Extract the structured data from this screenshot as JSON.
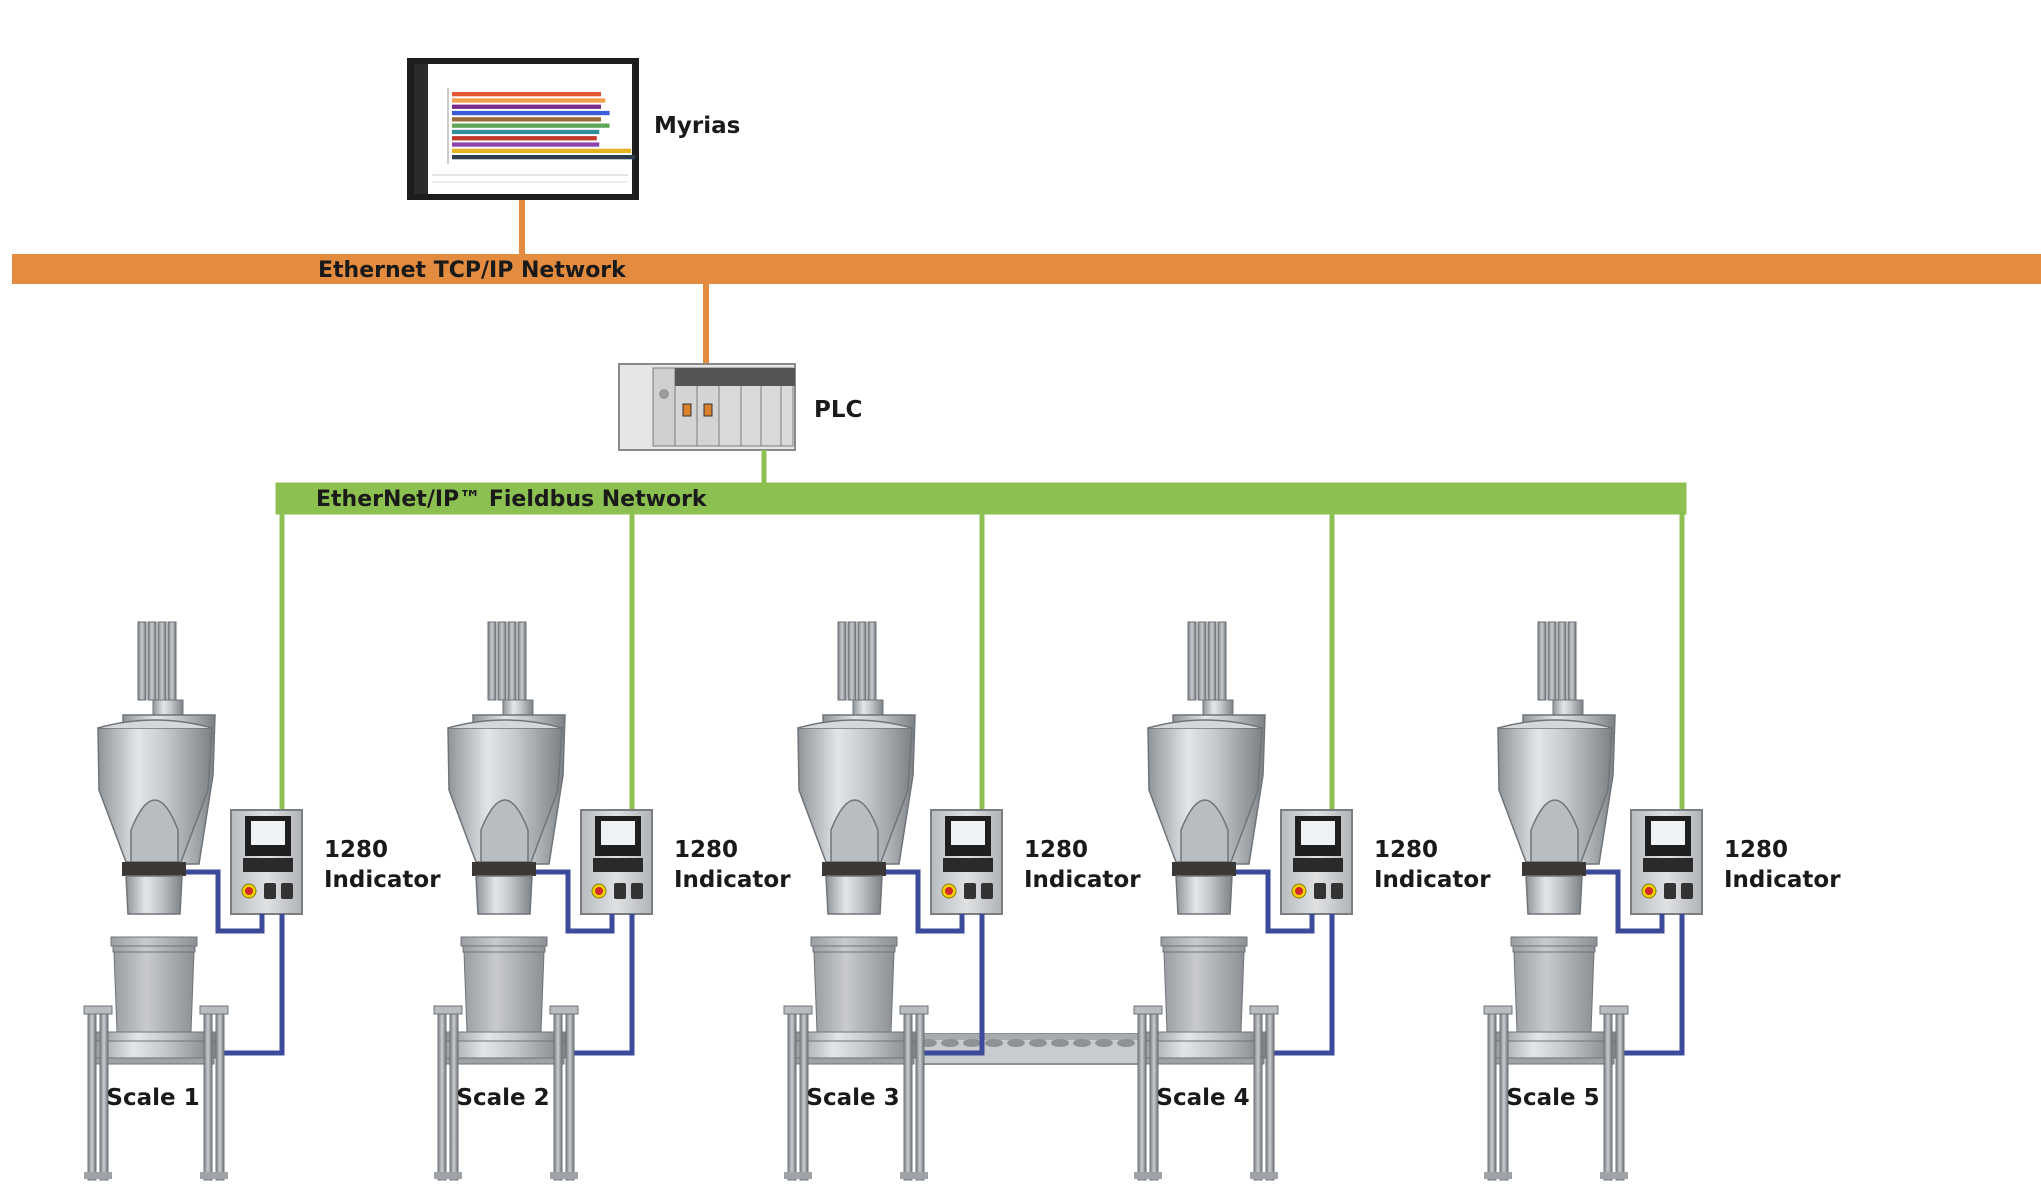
{
  "monitor": {
    "label": "Myrias",
    "bar_colors": [
      "#e4572e",
      "#f29e4c",
      "#7b2d8b",
      "#3b5bdb",
      "#9c6b3a",
      "#5fa55a",
      "#2f8f9d",
      "#c0392b",
      "#8e44ad",
      "#e8b323",
      "#2c3e50"
    ]
  },
  "ethernet": {
    "label": "Ethernet TCP/IP Network",
    "color": "#e38b3f"
  },
  "plc": {
    "label": "PLC"
  },
  "fieldbus": {
    "label": "EtherNet/IP™ Fieldbus Network",
    "color": "#8cc152"
  },
  "cable_color": "#3b4a9a",
  "indicator": {
    "line1": "1280",
    "line2": "Indicator"
  },
  "scales": [
    {
      "label": "Scale 1"
    },
    {
      "label": "Scale 2"
    },
    {
      "label": "Scale 3"
    },
    {
      "label": "Scale 4"
    },
    {
      "label": "Scale 5"
    }
  ]
}
